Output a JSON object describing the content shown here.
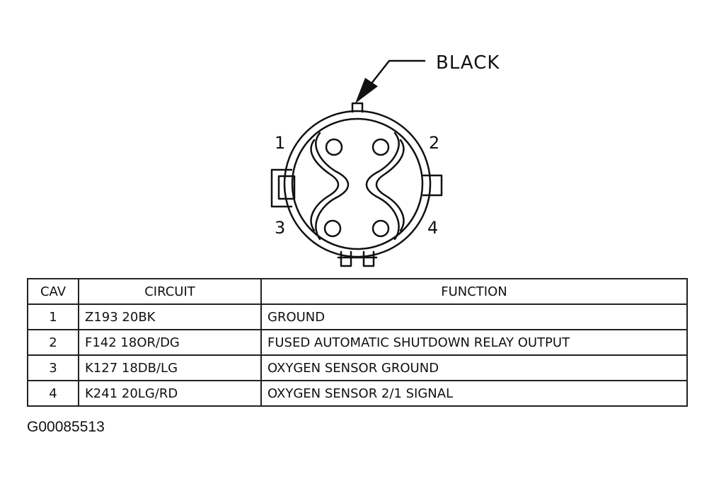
{
  "connector": {
    "color_label": "BLACK",
    "pin_labels": [
      "1",
      "2",
      "3",
      "4"
    ]
  },
  "table": {
    "headers": {
      "cav": "CAV",
      "circuit": "CIRCUIT",
      "function": "FUNCTION"
    },
    "rows": [
      {
        "cav": "1",
        "circuit": "Z193 20BK",
        "function": "GROUND"
      },
      {
        "cav": "2",
        "circuit": "F142 18OR/DG",
        "function": "FUSED AUTOMATIC SHUTDOWN RELAY OUTPUT"
      },
      {
        "cav": "3",
        "circuit": "K127 18DB/LG",
        "function": "OXYGEN SENSOR GROUND"
      },
      {
        "cav": "4",
        "circuit": "K241 20LG/RD",
        "function": "OXYGEN SENSOR 2/1 SIGNAL"
      }
    ]
  },
  "figure_id": "G00085513"
}
